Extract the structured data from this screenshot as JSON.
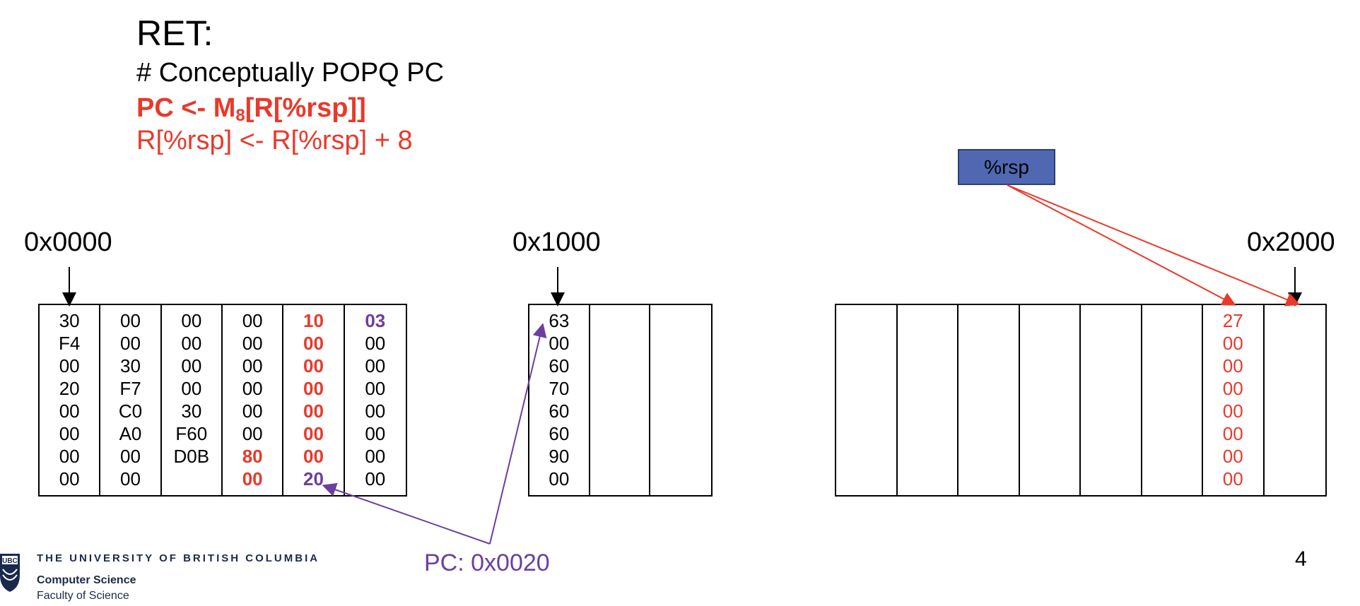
{
  "slide": {
    "title": "RET:",
    "comment": "# Conceptually POPQ PC",
    "line2_prefix": "PC <- M",
    "line2_sub": "8",
    "line2_suffix": "[R[%rsp]]",
    "line3": "R[%rsp] <- R[%rsp] + 8",
    "page_number": "4"
  },
  "register": {
    "label": "%rsp"
  },
  "addresses": {
    "a0": "0x0000",
    "a1": "0x1000",
    "a2": "0x2000"
  },
  "pc": {
    "label": "PC: 0x0020"
  },
  "footer": {
    "university": "THE UNIVERSITY OF BRITISH COLUMBIA",
    "department": "Computer Science",
    "faculty": "Faculty of Science",
    "logo_text": "UBC"
  },
  "colors": {
    "red": "#e8392b",
    "purple": "#6b3fa0",
    "register_fill": "#4f68b1"
  },
  "memory_0000": [
    [
      {
        "v": "30"
      },
      {
        "v": "F4"
      },
      {
        "v": "00"
      },
      {
        "v": "20"
      },
      {
        "v": "00"
      },
      {
        "v": "00"
      },
      {
        "v": "00"
      },
      {
        "v": "00"
      }
    ],
    [
      {
        "v": "00"
      },
      {
        "v": "00"
      },
      {
        "v": "30"
      },
      {
        "v": "F7"
      },
      {
        "v": "C0"
      },
      {
        "v": "A0"
      },
      {
        "v": "00"
      },
      {
        "v": "00"
      }
    ],
    [
      {
        "v": "00"
      },
      {
        "v": "00"
      },
      {
        "v": "00"
      },
      {
        "v": "00"
      },
      {
        "v": "30"
      },
      {
        "v": "F60"
      },
      {
        "v": "D0B"
      }
    ],
    [
      {
        "v": "00"
      },
      {
        "v": "00"
      },
      {
        "v": "00"
      },
      {
        "v": "00"
      },
      {
        "v": "00"
      },
      {
        "v": "00"
      },
      {
        "v": "80",
        "s": "redb"
      },
      {
        "v": "00",
        "s": "redb"
      }
    ],
    [
      {
        "v": "10",
        "s": "redb"
      },
      {
        "v": "00",
        "s": "redb"
      },
      {
        "v": "00",
        "s": "redb"
      },
      {
        "v": "00",
        "s": "redb"
      },
      {
        "v": "00",
        "s": "redb"
      },
      {
        "v": "00",
        "s": "redb"
      },
      {
        "v": "00",
        "s": "redb"
      },
      {
        "v": "20",
        "s": "purb"
      }
    ],
    [
      {
        "v": "03",
        "s": "purb"
      },
      {
        "v": "00"
      },
      {
        "v": "00"
      },
      {
        "v": "00"
      },
      {
        "v": "00"
      },
      {
        "v": "00"
      },
      {
        "v": "00"
      },
      {
        "v": "00"
      }
    ]
  ],
  "memory_1000": [
    [
      {
        "v": "63"
      },
      {
        "v": "00"
      },
      {
        "v": "60"
      },
      {
        "v": "70"
      },
      {
        "v": "60"
      },
      {
        "v": "60"
      },
      {
        "v": "90"
      },
      {
        "v": "00"
      }
    ],
    [],
    []
  ],
  "memory_2000": [
    [],
    [],
    [],
    [],
    [],
    [],
    [
      {
        "v": "27",
        "s": "red"
      },
      {
        "v": "00",
        "s": "red"
      },
      {
        "v": "00",
        "s": "red"
      },
      {
        "v": "00",
        "s": "red"
      },
      {
        "v": "00",
        "s": "red"
      },
      {
        "v": "00",
        "s": "red"
      },
      {
        "v": "00",
        "s": "red"
      },
      {
        "v": "00",
        "s": "red"
      }
    ],
    []
  ]
}
